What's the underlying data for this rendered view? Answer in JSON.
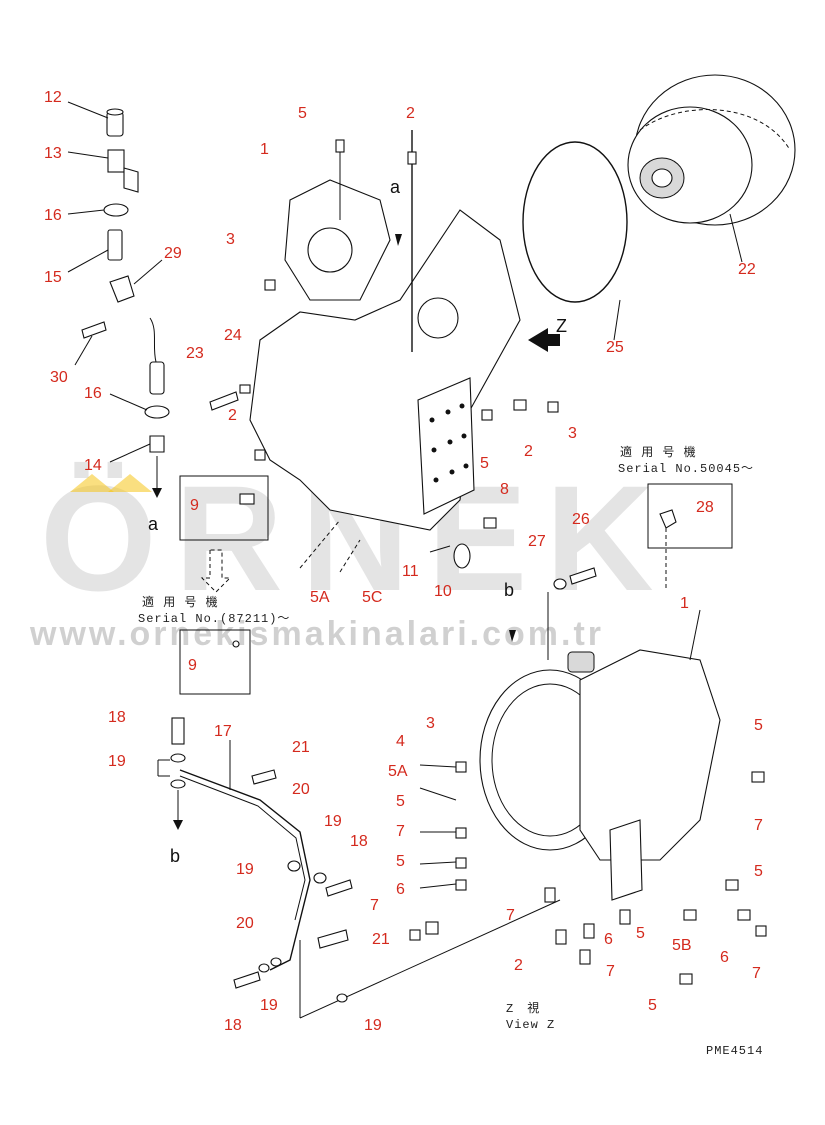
{
  "watermark": {
    "brand": "ÖRNEK",
    "url": "www.ornekismakinalari.com.tr",
    "accent": "#f5c518"
  },
  "colors": {
    "callout": "#d42a1e",
    "line": "#111111"
  },
  "direction_letters": {
    "a_top": "a",
    "a_bottom": "a",
    "b_top": "b",
    "b_bottom": "b",
    "view_z_arrow": "Z"
  },
  "notes": {
    "applicable_jp_1": "適 用 号 機",
    "serial_1": "Serial No.(87211)～",
    "applicable_jp_2": "適 用 号 機",
    "serial_2": "Serial No.50045～",
    "view_z_jp": "Z　視",
    "view_z_en": "View Z",
    "drawing_code": "PME4514"
  },
  "callouts": {
    "c12": "12",
    "c13": "13",
    "c16a": "16",
    "c15": "15",
    "c29": "29",
    "c30": "30",
    "c16b": "16",
    "c14": "14",
    "c5_top": "5",
    "c2_top": "2",
    "c1_top": "1",
    "c3_left": "3",
    "c24": "24",
    "c23": "23",
    "c2_mid": "2",
    "c22": "22",
    "c25": "25",
    "c3_right": "3",
    "c2_right": "2",
    "c5_mid": "5",
    "c8": "8",
    "c9_box": "9",
    "c11": "11",
    "c10": "10",
    "c5A": "5A",
    "c5C": "5C",
    "c26": "26",
    "c27": "27",
    "c28": "28",
    "c9_box2": "9",
    "c1_bottom": "1",
    "c18_top": "18",
    "c17": "17",
    "c19_left": "19",
    "c21_top": "21",
    "c20_top": "20",
    "c19_mid": "19",
    "c18_mid": "18",
    "c20_bottom": "20",
    "c21_bottom": "21",
    "c7_left": "7",
    "c18_bottom": "18",
    "c19_bot": "19",
    "c19_bot2": "19",
    "c3_b": "3",
    "c4": "4",
    "c5A_b": "5A",
    "c5_b1": "5",
    "c7_b1": "7",
    "c5_b2": "5",
    "c6_b1": "6",
    "c7_b2": "7",
    "c2_b": "2",
    "c6_b2": "6",
    "c7_b3": "7",
    "c5_b3": "5",
    "c5B": "5B",
    "c6_b3": "6",
    "c7_b4": "7",
    "c5_b4": "5",
    "c5_r1": "5",
    "c7_r1": "7",
    "c5_r2": "5"
  }
}
